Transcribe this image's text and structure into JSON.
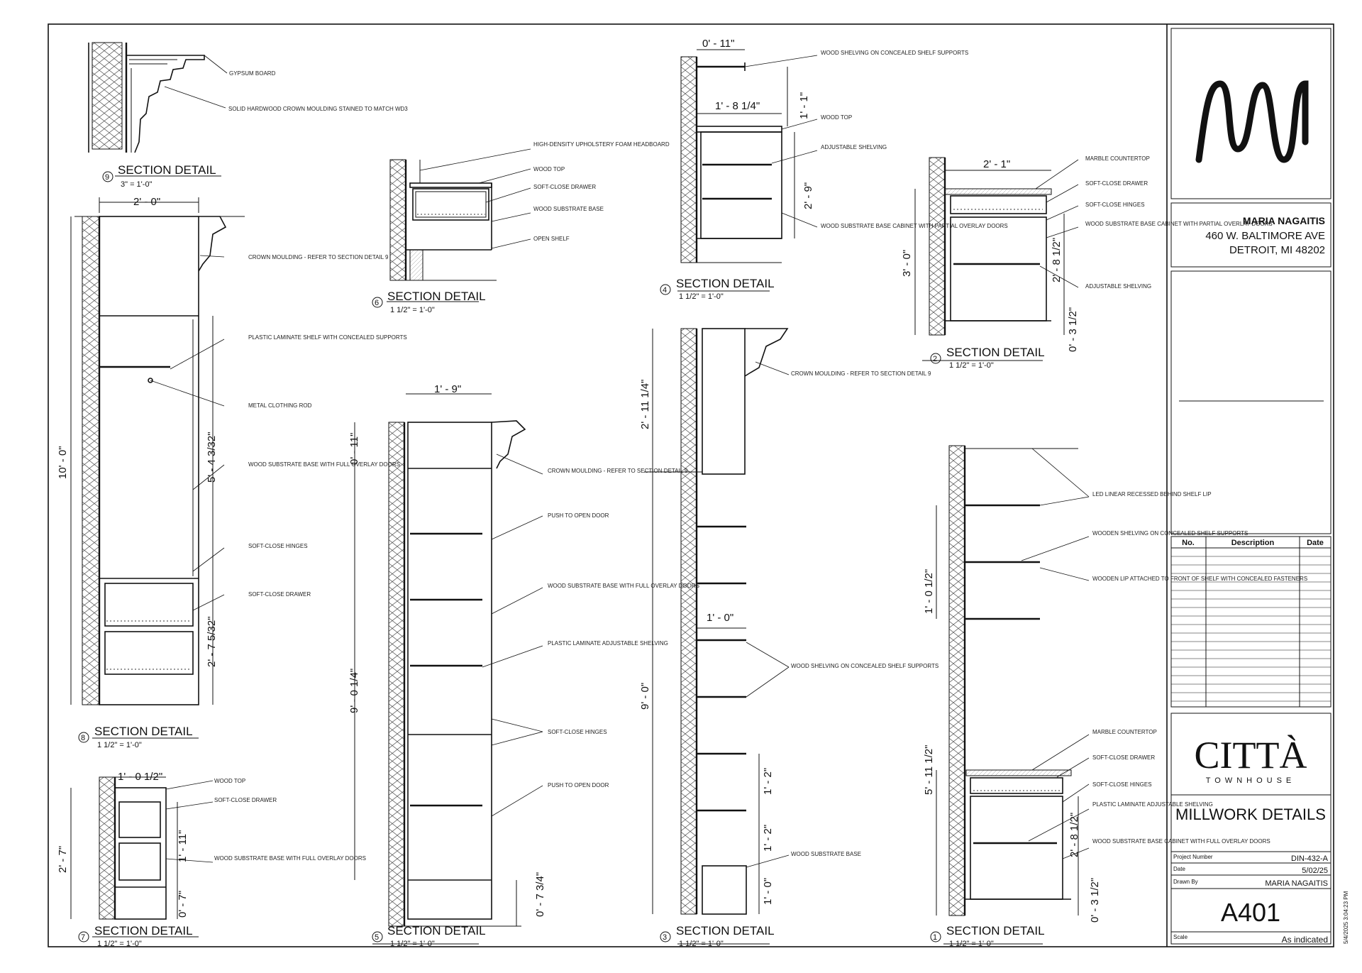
{
  "details": [
    {
      "num": "9",
      "title": "SECTION DETAIL",
      "scale": "3\" = 1'-0\"",
      "labels": [
        "GYPSUM BOARD",
        "SOLID HARDWOOD CROWN MOULDING STAINED TO MATCH WD3"
      ],
      "dims": []
    },
    {
      "num": "8",
      "title": "SECTION DETAIL",
      "scale": "1 1/2\" = 1'-0\"",
      "labels": [
        "CROWN MOULDING - REFER TO SECTION DETAIL 9",
        "PLASTIC LAMINATE SHELF WITH CONCEALED SUPPORTS",
        "METAL CLOTHING ROD",
        "WOOD SUBSTRATE BASE WITH FULL OVERLAY DOORS",
        "SOFT-CLOSE HINGES",
        "SOFT-CLOSE DRAWER"
      ],
      "dims": [
        "2' - 0\"",
        "10' - 0\"",
        "5' - 4 3/32\"",
        "2' - 7 5/32\""
      ]
    },
    {
      "num": "7",
      "title": "SECTION DETAIL",
      "scale": "1 1/2\" = 1'-0\"",
      "labels": [
        "WOOD TOP",
        "SOFT-CLOSE DRAWER",
        "WOOD SUBSTRATE BASE WITH FULL OVERLAY DOORS"
      ],
      "dims": [
        "1' - 0 1/2\"",
        "2' - 7\"",
        "1' - 11\"",
        "0' - 7\""
      ]
    },
    {
      "num": "6",
      "title": "SECTION DETAIL",
      "scale": "1 1/2\" = 1'-0\"",
      "labels": [
        "HIGH-DENSITY UPHOLSTERY FOAM HEADBOARD",
        "WOOD TOP",
        "SOFT-CLOSE DRAWER",
        "WOOD SUBSTRATE BASE",
        "OPEN SHELF"
      ],
      "dims": []
    },
    {
      "num": "5",
      "title": "SECTION DETAIL",
      "scale": "1 1/2\" = 1'-0\"",
      "labels": [
        "CROWN MOULDING - REFER TO SECTION DETAIL 9",
        "PUSH TO OPEN DOOR",
        "WOOD SUBSTRATE BASE WITH FULL OVERLAY DOORS",
        "PLASTIC LAMINATE ADJUSTABLE SHELVING",
        "SOFT-CLOSE HINGES",
        "PUSH TO OPEN DOOR"
      ],
      "dims": [
        "1' - 9\"",
        "0' - 11\"",
        "9' - 0 1/4\"",
        "0' - 7 3/4\""
      ]
    },
    {
      "num": "4",
      "title": "SECTION DETAIL",
      "scale": "1 1/2\" = 1'-0\"",
      "labels": [
        "WOOD SHELVING ON CONCEALED SHELF SUPPORTS",
        "WOOD TOP",
        "ADJUSTABLE SHELVING",
        "WOOD SUBSTRATE BASE CABINET WITH PARTIAL OVERLAY DOORS"
      ],
      "dims": [
        "0' - 11\"",
        "1' - 8 1/4\"",
        "1' - 1\"",
        "2' - 9\""
      ]
    },
    {
      "num": "3",
      "title": "SECTION DETAIL",
      "scale": "1 1/2\" = 1'-0\"",
      "labels": [
        "CROWN MOULDING - REFER TO SECTION DETAIL 9",
        "WOOD SHELVING ON CONCEALED SHELF SUPPORTS",
        "WOOD SUBSTRATE BASE"
      ],
      "dims": [
        "2' - 11 1/4\"",
        "9' - 0\"",
        "1' - 0\"",
        "1' - 2\"",
        "1' - 2\"",
        "1' - 0\""
      ]
    },
    {
      "num": "2",
      "title": "SECTION DETAIL",
      "scale": "1 1/2\" = 1'-0\"",
      "labels": [
        "MARBLE COUNTERTOP",
        "SOFT-CLOSE DRAWER",
        "SOFT-CLOSE HINGES",
        "WOOD SUBSTRATE BASE CABINET WITH PARTIAL OVERLAY DOORS",
        "ADJUSTABLE SHELVING"
      ],
      "dims": [
        "2' - 1\"",
        "3' - 0\"",
        "2' - 8 1/2\"",
        "0' - 3 1/2\""
      ]
    },
    {
      "num": "1",
      "title": "SECTION DETAIL",
      "scale": "1 1/2\" = 1'-0\"",
      "labels": [
        "LED LINEAR RECESSED BEHIND SHELF LIP",
        "WOODEN SHELVING ON CONCEALED SHELF SUPPORTS",
        "WOODEN LIP ATTACHED TO FRONT OF SHELF WITH CONCEALED FASTENERS",
        "MARBLE COUNTERTOP",
        "SOFT-CLOSE DRAWER",
        "SOFT-CLOSE HINGES",
        "PLASTIC LAMINATE ADJUSTABLE SHELVING",
        "WOOD SUBSTRATE BASE CABINET WITH FULL OVERLAY DOORS"
      ],
      "dims": [
        "1' - 0 1/2\"",
        "5' - 11 1/2\"",
        "2' - 8 1/2\"",
        "0' - 3 1/2\""
      ]
    }
  ],
  "title_block": {
    "logo_text": "MN",
    "client_name": "MARIA NAGAITIS",
    "address_line1": "460 W. BALTIMORE AVE",
    "address_line2": "DETROIT, MI 48202",
    "revision_headers": [
      "No.",
      "Description",
      "Date"
    ],
    "project_brand": "CITTÀ",
    "project_sub": "TOWNHOUSE",
    "sheet_title": "MILLWORK DETAILS",
    "project_number_label": "Project Number",
    "project_number": "DIN-432-A",
    "date_label": "Date",
    "date": "5/02/25",
    "drawn_by_label": "Drawn By",
    "drawn_by": "MARIA NAGAITIS",
    "sheet_number": "A401",
    "scale_label": "Scale",
    "scale": "As indicated",
    "timestamp": "5/4/2025 3:04:23 PM"
  }
}
